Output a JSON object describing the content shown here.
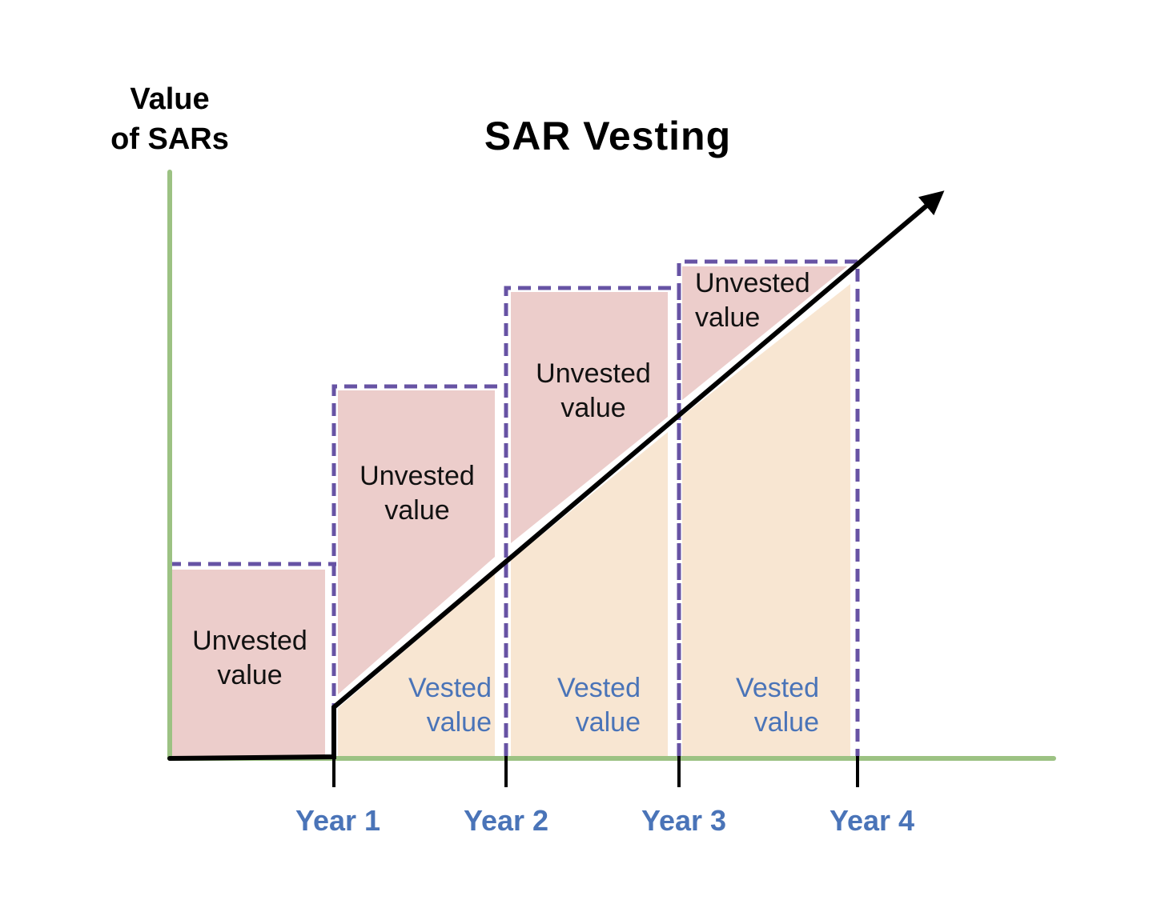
{
  "title": "SAR Vesting",
  "y_axis_label": [
    "Value",
    "of SARs"
  ],
  "x_ticks": [
    "Year 1",
    "Year 2",
    "Year 3",
    "Year 4"
  ],
  "unvested_label": [
    "Unvested",
    "value"
  ],
  "vested_label": [
    "Vested",
    "value"
  ],
  "colors": {
    "axis": "#9CC283",
    "dashed_box": "#6753A4",
    "unvested_fill": "#ECCDCB",
    "vested_fill": "#F8E6D2",
    "tick_label": "#4A74B8",
    "vested_text": "#4A74B8",
    "value_line": "#000000"
  }
}
